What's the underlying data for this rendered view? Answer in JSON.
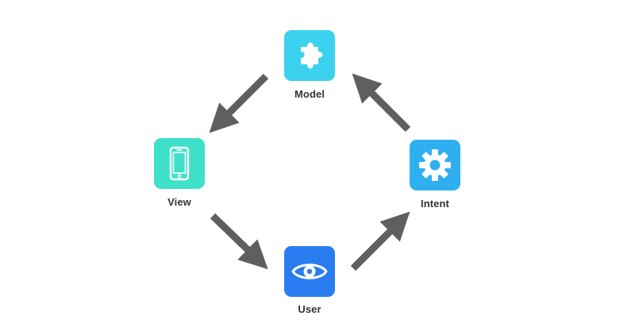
{
  "nodes": {
    "model": {
      "label": "Model",
      "icon": "puzzle-piece-icon",
      "color": "#3AD2EE"
    },
    "view": {
      "label": "View",
      "icon": "smartphone-icon",
      "color": "#3FE0C9"
    },
    "user": {
      "label": "User",
      "icon": "eye-icon",
      "color": "#2A7DF0"
    },
    "intent": {
      "label": "Intent",
      "icon": "gear-icon",
      "color": "#2FAFF0"
    }
  },
  "edges": [
    {
      "from": "Model",
      "to": "View"
    },
    {
      "from": "View",
      "to": "User"
    },
    {
      "from": "User",
      "to": "Intent"
    },
    {
      "from": "Intent",
      "to": "Model"
    }
  ],
  "arrow_color": "#5F5F5F"
}
